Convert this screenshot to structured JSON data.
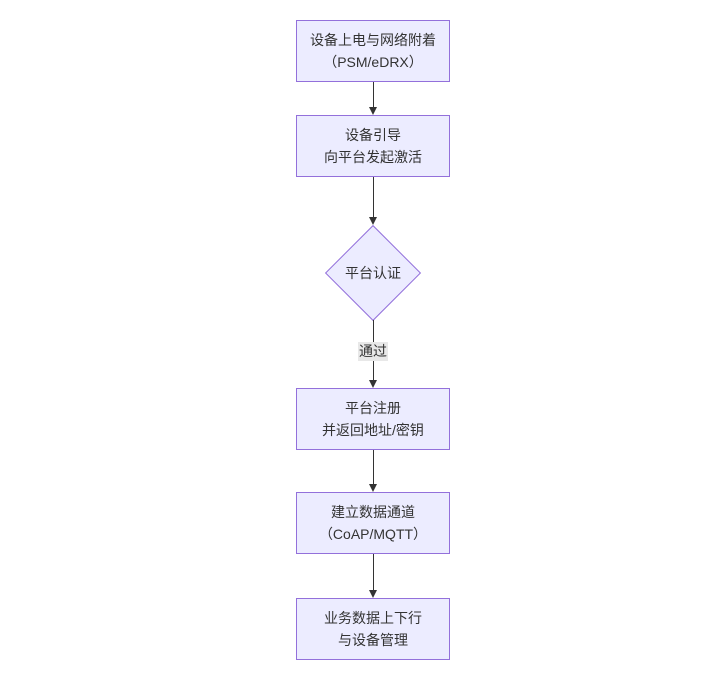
{
  "diagram": {
    "type": "flowchart",
    "direction": "top-down",
    "colors": {
      "node_fill": "#ECECFF",
      "node_border": "#9370DB",
      "text": "#333333",
      "arrow": "#333333",
      "edge_label_bg": "#e8e8e8",
      "background": "#ffffff"
    },
    "nodes": [
      {
        "id": "power-attach",
        "shape": "rect",
        "lines": [
          "设备上电与网络附着",
          "（PSM/eDRX）"
        ]
      },
      {
        "id": "bootstrap",
        "shape": "rect",
        "lines": [
          "设备引导",
          "向平台发起激活"
        ]
      },
      {
        "id": "platform-auth",
        "shape": "diamond",
        "lines": [
          "平台认证"
        ]
      },
      {
        "id": "platform-register",
        "shape": "rect",
        "lines": [
          "平台注册",
          "并返回地址/密钥"
        ]
      },
      {
        "id": "data-channel",
        "shape": "rect",
        "lines": [
          "建立数据通道",
          "（CoAP/MQTT）"
        ]
      },
      {
        "id": "business-data",
        "shape": "rect",
        "lines": [
          "业务数据上下行",
          "与设备管理"
        ]
      }
    ],
    "edges": [
      {
        "from": "power-attach",
        "to": "bootstrap",
        "label": ""
      },
      {
        "from": "bootstrap",
        "to": "platform-auth",
        "label": ""
      },
      {
        "from": "platform-auth",
        "to": "platform-register",
        "label": "通过"
      },
      {
        "from": "platform-register",
        "to": "data-channel",
        "label": ""
      },
      {
        "from": "data-channel",
        "to": "business-data",
        "label": ""
      }
    ],
    "edge_label_pass": "通过"
  }
}
